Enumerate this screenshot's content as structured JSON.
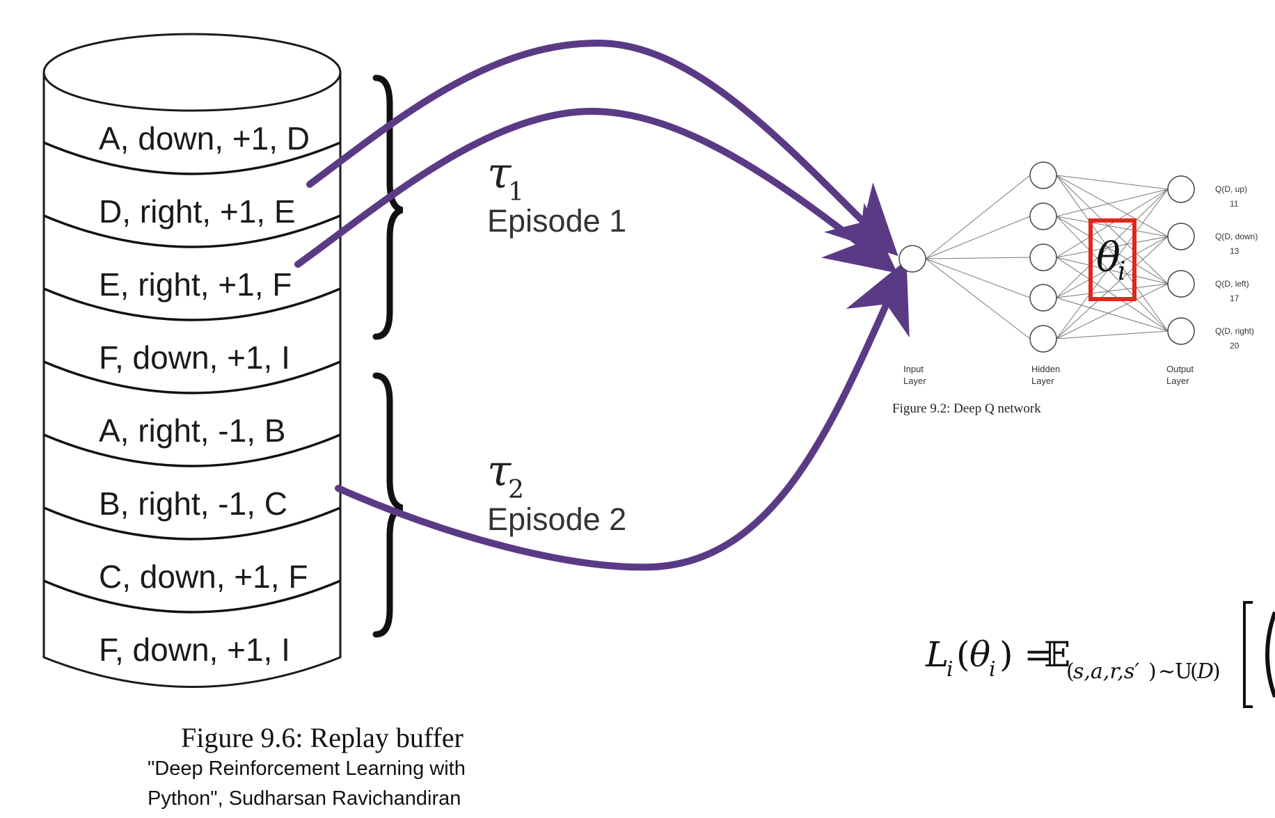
{
  "buffer": {
    "rows": [
      "A, down, +1, D",
      "D, right, +1, E",
      "E, right, +1, F",
      "F, down, +1, I",
      "A, right, -1, B",
      "B, right, -1, C",
      "C, down, +1, F",
      "F, down, +1, I"
    ],
    "caption": "Figure 9.6: Replay buffer",
    "credit_line1": "\"Deep Reinforcement Learning with",
    "credit_line2": "Python\", Sudharsan Ravichandiran"
  },
  "episodes": [
    {
      "symbol": "τ",
      "subscript": "1",
      "label": "Episode 1"
    },
    {
      "symbol": "τ",
      "subscript": "2",
      "label": "Episode 2"
    }
  ],
  "network": {
    "input_label_1": "Input",
    "input_label_2": "Layer",
    "hidden_label_1": "Hidden",
    "hidden_label_2": "Layer",
    "output_label_1": "Output",
    "output_label_2": "Layer",
    "theta_symbol": "θ",
    "theta_sub": "i",
    "caption": "Figure 9.2: Deep Q network",
    "q_outputs": [
      {
        "label": "Q(D, up)",
        "value": "11"
      },
      {
        "label": "Q(D, down)",
        "value": "13"
      },
      {
        "label": "Q(D, left)",
        "value": "17"
      },
      {
        "label": "Q(D, right)",
        "value": "20"
      }
    ]
  },
  "equation": {
    "L": "L",
    "L_sub": "i",
    "open_paren": "(",
    "theta": "θ",
    "theta_sub": "i",
    "close_eq": ") = ",
    "E": "𝔼",
    "sub_open": "(",
    "sub_vars": "s,a,r,s′",
    "sub_close": ")",
    "sim": "∼",
    "U": "U",
    "U_arg_open": "(",
    "U_arg": "D",
    "U_arg_close": ")",
    "bracket": "[",
    "paren": "("
  },
  "colors": {
    "arrow": "#5B3A85",
    "highlight_box": "#E0281B",
    "stroke": "#1a1a1a"
  }
}
